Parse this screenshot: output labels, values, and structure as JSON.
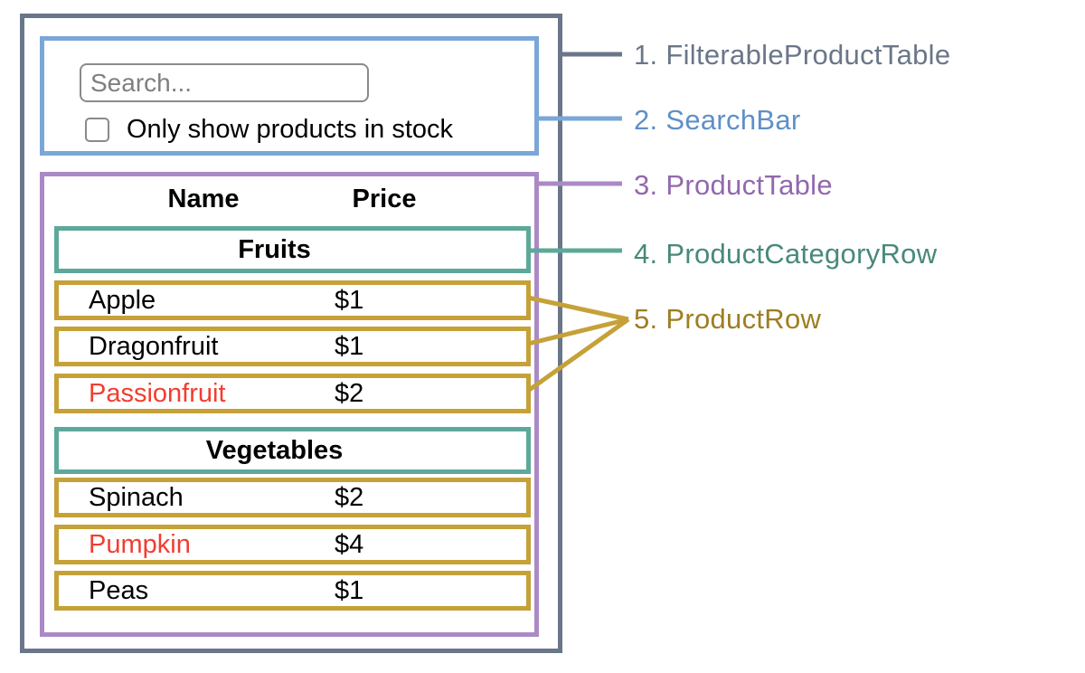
{
  "diagram": {
    "mock_ui": {
      "search_bar": {
        "placeholder": "Search...",
        "checkbox_label": "Only show products in stock",
        "checkbox_checked": false
      },
      "table": {
        "headers": {
          "name": "Name",
          "price": "Price"
        },
        "sections": [
          {
            "category": "Fruits",
            "rows": [
              {
                "name": "Apple",
                "price": "$1",
                "name_color": "#000000"
              },
              {
                "name": "Dragonfruit",
                "price": "$1",
                "name_color": "#000000"
              },
              {
                "name": "Passionfruit",
                "price": "$2",
                "name_color": "#f23d30"
              }
            ]
          },
          {
            "category": "Vegetables",
            "rows": [
              {
                "name": "Spinach",
                "price": "$2",
                "name_color": "#000000"
              },
              {
                "name": "Pumpkin",
                "price": "$4",
                "name_color": "#f23d30"
              },
              {
                "name": "Peas",
                "price": "$1",
                "name_color": "#000000"
              }
            ]
          }
        ]
      }
    },
    "legend": [
      {
        "label": "1. FilterableProductTable",
        "color": "#6a7689"
      },
      {
        "label": "2. SearchBar",
        "color": "#5e8fc8"
      },
      {
        "label": "3. ProductTable",
        "color": "#9268ae"
      },
      {
        "label": "4. ProductCategoryRow",
        "color": "#48897a"
      },
      {
        "label": "5. ProductRow",
        "color": "#9e7e22"
      }
    ],
    "colors": {
      "filterable_product_table_border": "#6a7689",
      "search_bar_border": "#7aa7d7",
      "product_table_border": "#ab89c6",
      "product_category_row_border": "#5ea89a",
      "product_row_border": "#c5a138",
      "out_of_stock_text": "#f23d30"
    }
  }
}
